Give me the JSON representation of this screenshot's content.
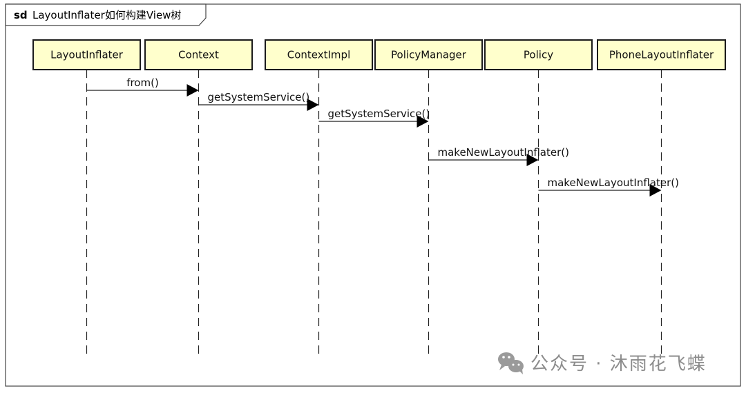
{
  "frame": {
    "keyword": "sd",
    "name": "LayoutInflater如何构建View树"
  },
  "participants": [
    {
      "label": "LayoutInflater"
    },
    {
      "label": "Context"
    },
    {
      "label": "ContextImpl"
    },
    {
      "label": "PolicyManager"
    },
    {
      "label": "Policy"
    },
    {
      "label": "PhoneLayoutInflater"
    }
  ],
  "messages": [
    {
      "label": "from()",
      "from": "LayoutInflater",
      "to": "Context"
    },
    {
      "label": "getSystemService()",
      "from": "Context",
      "to": "ContextImpl"
    },
    {
      "label": "getSystemService()",
      "from": "ContextImpl",
      "to": "PolicyManager"
    },
    {
      "label": "makeNewLayoutInflater()",
      "from": "PolicyManager",
      "to": "Policy"
    },
    {
      "label": "makeNewLayoutInflater()",
      "from": "Policy",
      "to": "PhoneLayoutInflater"
    }
  ],
  "watermark": {
    "icon": "wechat-icon",
    "text": "公众号 · 沐雨花飞蝶"
  },
  "colors": {
    "participant_fill": "#ffffcc",
    "stroke": "#1a1a1a",
    "watermark": "#8c8c8c"
  }
}
